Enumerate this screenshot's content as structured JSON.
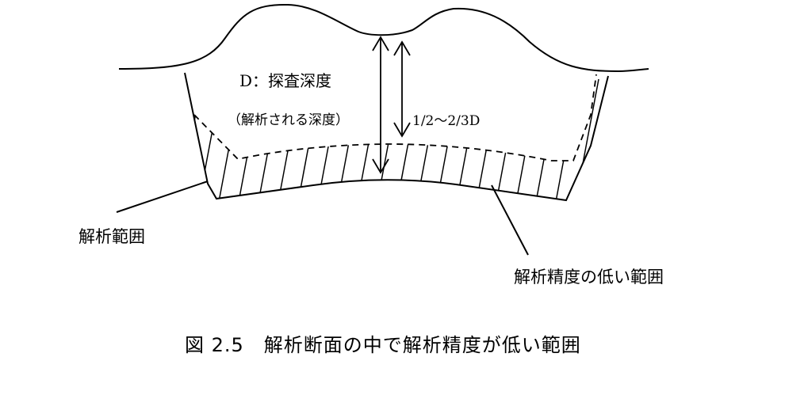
{
  "labels": {
    "depth_title": "D：探査深度",
    "depth_subtitle": "（解析される深度）",
    "ratio": "1/2～2/3D",
    "analysis_range": "解析範囲",
    "low_precision_range": "解析精度の低い範囲"
  },
  "caption": "図 2.5　解析断面の中で解析精度が低い範囲",
  "colors": {
    "line": "#000000",
    "background": "#ffffff"
  }
}
